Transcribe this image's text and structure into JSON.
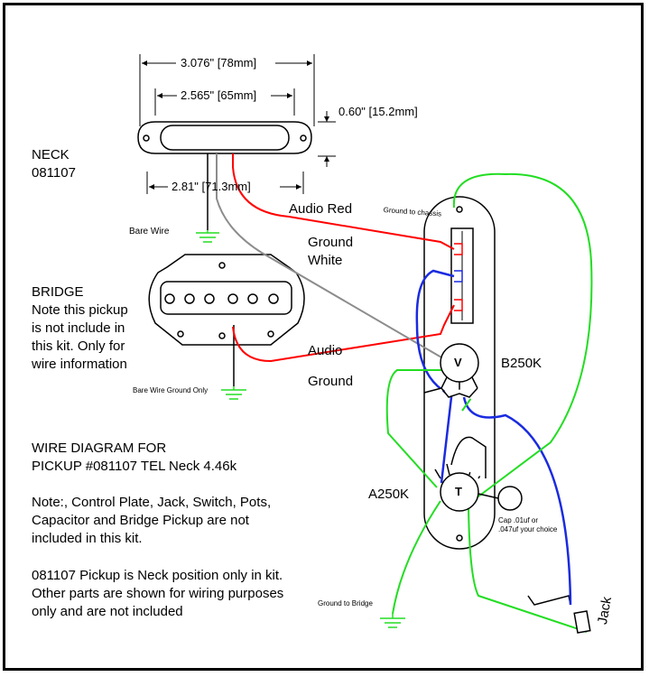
{
  "dimensions": {
    "overall_length": "3.076\" [78mm]",
    "mount_spacing": "2.565\" [65mm]",
    "height": "0.60\" [15.2mm]",
    "lead_spacing": "2.81\" [71.3mm]"
  },
  "neck": {
    "title": "NECK",
    "model": "081107",
    "bare_wire": "Bare Wire"
  },
  "bridge": {
    "title": "BRIDGE",
    "note": "Note this pickup\nis not include in\nthis kit. Only for\nwire information",
    "ground_label": "Bare Wire Ground Only"
  },
  "wires": {
    "audio_red": "Audio Red",
    "ground_white_1": "Ground",
    "ground_white_2": "White",
    "audio": "Audio",
    "ground": "Ground"
  },
  "controls": {
    "ground_to_chassis": "Ground to chassis",
    "volume_pot": "B250K",
    "volume_symbol": "V",
    "tone_pot": "A250K",
    "tone_symbol": "T",
    "capacitor": "Cap .01uf or\n.047uf your choice",
    "ground_to_bridge": "Ground to Bridge",
    "jack": "Jack"
  },
  "title_block": {
    "line1": "WIRE DIAGRAM FOR",
    "line2": "PICKUP #081107 TEL Neck 4.46k",
    "note1": "Note:, Control Plate, Jack, Switch, Pots,\nCapacitor and Bridge Pickup are not\nincluded in this kit.",
    "note2": "081107 Pickup is Neck position only in kit.\nOther parts are shown for wiring purposes\nonly and are not included"
  },
  "colors": {
    "red": "#ff0000",
    "green": "#22dd22",
    "blue": "#1a2be0",
    "gray": "#8c8c8c",
    "black": "#000000"
  }
}
